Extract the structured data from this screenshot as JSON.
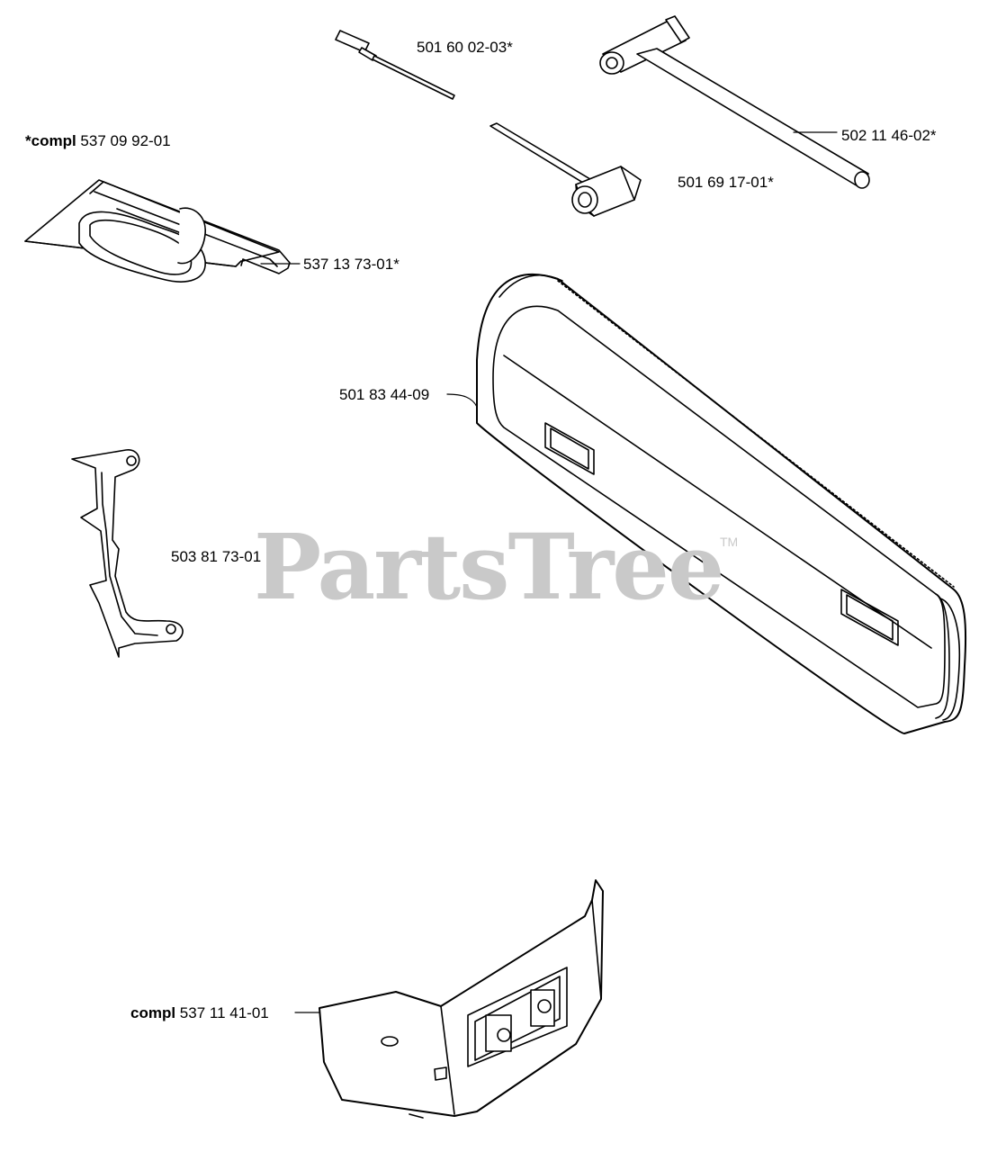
{
  "parts": [
    {
      "id": "p1",
      "prefix": "",
      "number": "501 60 02-03*"
    },
    {
      "id": "p2",
      "prefix": "",
      "number": "502 11 46-02*"
    },
    {
      "id": "p3",
      "prefix": "*compl",
      "number": "537 09 92-01"
    },
    {
      "id": "p4",
      "prefix": "",
      "number": "501 69 17-01*"
    },
    {
      "id": "p5",
      "prefix": "",
      "number": "537 13 73-01*"
    },
    {
      "id": "p6",
      "prefix": "",
      "number": "501 83 44-09"
    },
    {
      "id": "p7",
      "prefix": "",
      "number": "503 81 73-01"
    },
    {
      "id": "p8",
      "prefix": "compl",
      "number": "537 11 41-01"
    }
  ],
  "watermark": {
    "text": "PartsTree",
    "trademark": "TM"
  }
}
